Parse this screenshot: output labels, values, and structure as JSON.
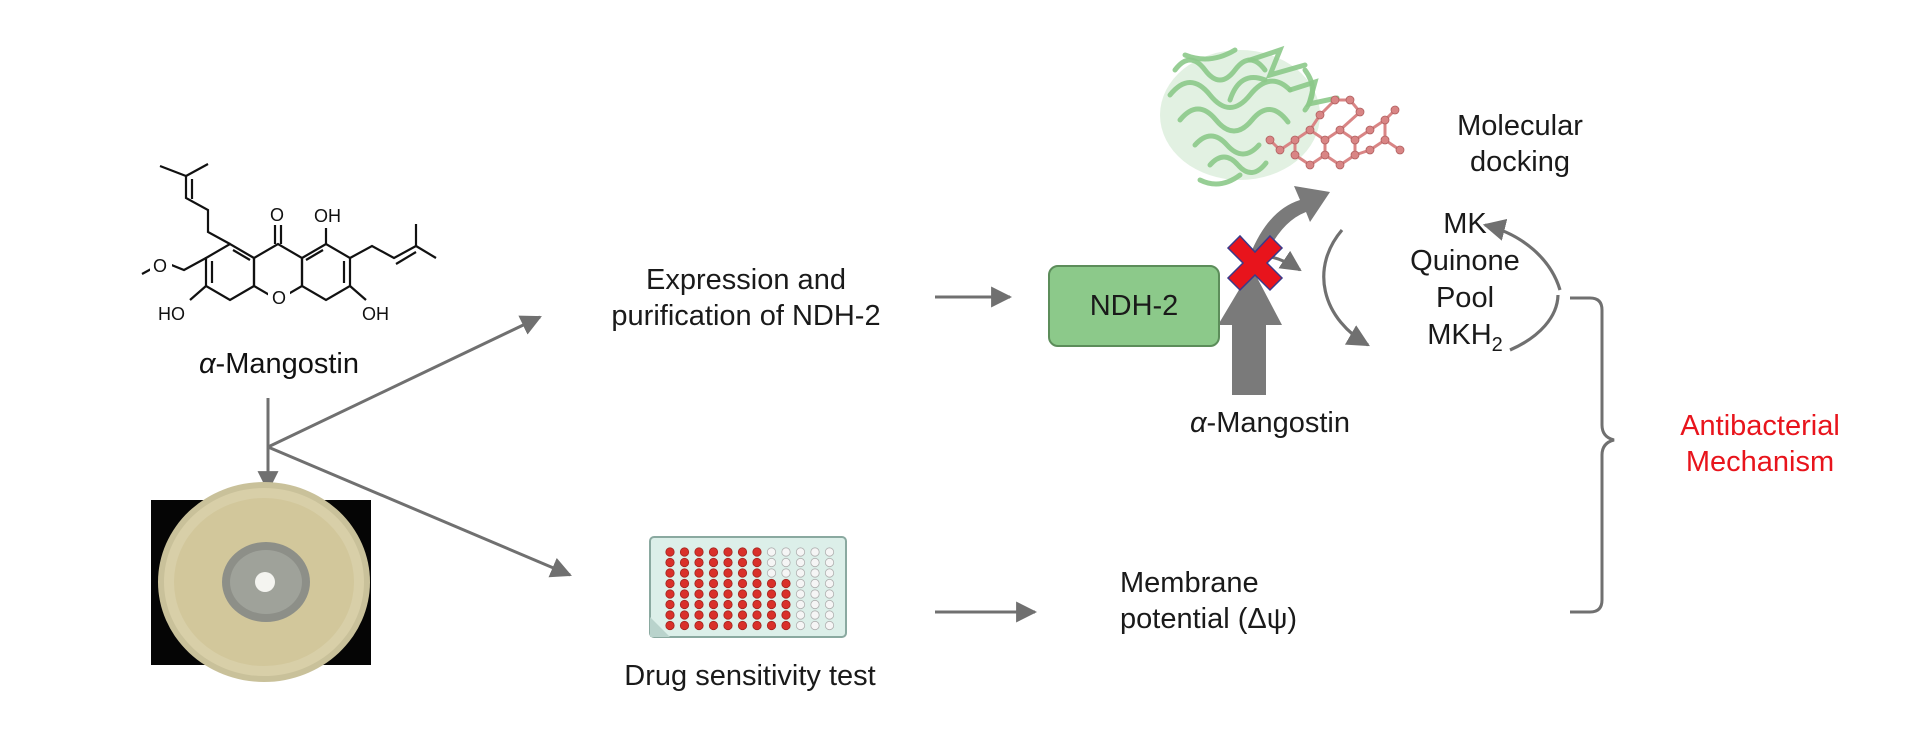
{
  "compound": {
    "name_prefix": "α",
    "name_rest": "-Mangostin",
    "substituents": {
      "carbonyl": "O",
      "hydroxyl": "OH",
      "hydroxyl_left": "HO",
      "ring_oxygen": "O"
    }
  },
  "expression_label": {
    "line1": "Expression and",
    "line2": "purification of NDH-2"
  },
  "drug_test_label": "Drug sensitivity test",
  "ndh2_label": "NDH-2",
  "inhibitor_label": {
    "prefix": "α",
    "rest": "-Mangostin"
  },
  "docking_label": {
    "line1": "Molecular",
    "line2": "docking"
  },
  "quinone_pool": {
    "mk": "MK",
    "line1": "Quinone",
    "line2": "Pool",
    "mkh": "MKH",
    "sub": "2"
  },
  "membrane_label": {
    "line1": "Membrane",
    "line2": "potential  (Δψ)"
  },
  "mechanism_label": {
    "line1": "Antibacterial",
    "line2": "Mechanism"
  },
  "colors": {
    "arrow_gray": "#707070",
    "ndh2_fill": "#8cc98a",
    "mechanism_red": "#e8141c",
    "inhibition_x": "#e8141c",
    "protein_green": "#8cc98a",
    "ligand_pink": "#d98585",
    "plate_fill": "#dcefe9",
    "well_red": "#d9302a"
  }
}
